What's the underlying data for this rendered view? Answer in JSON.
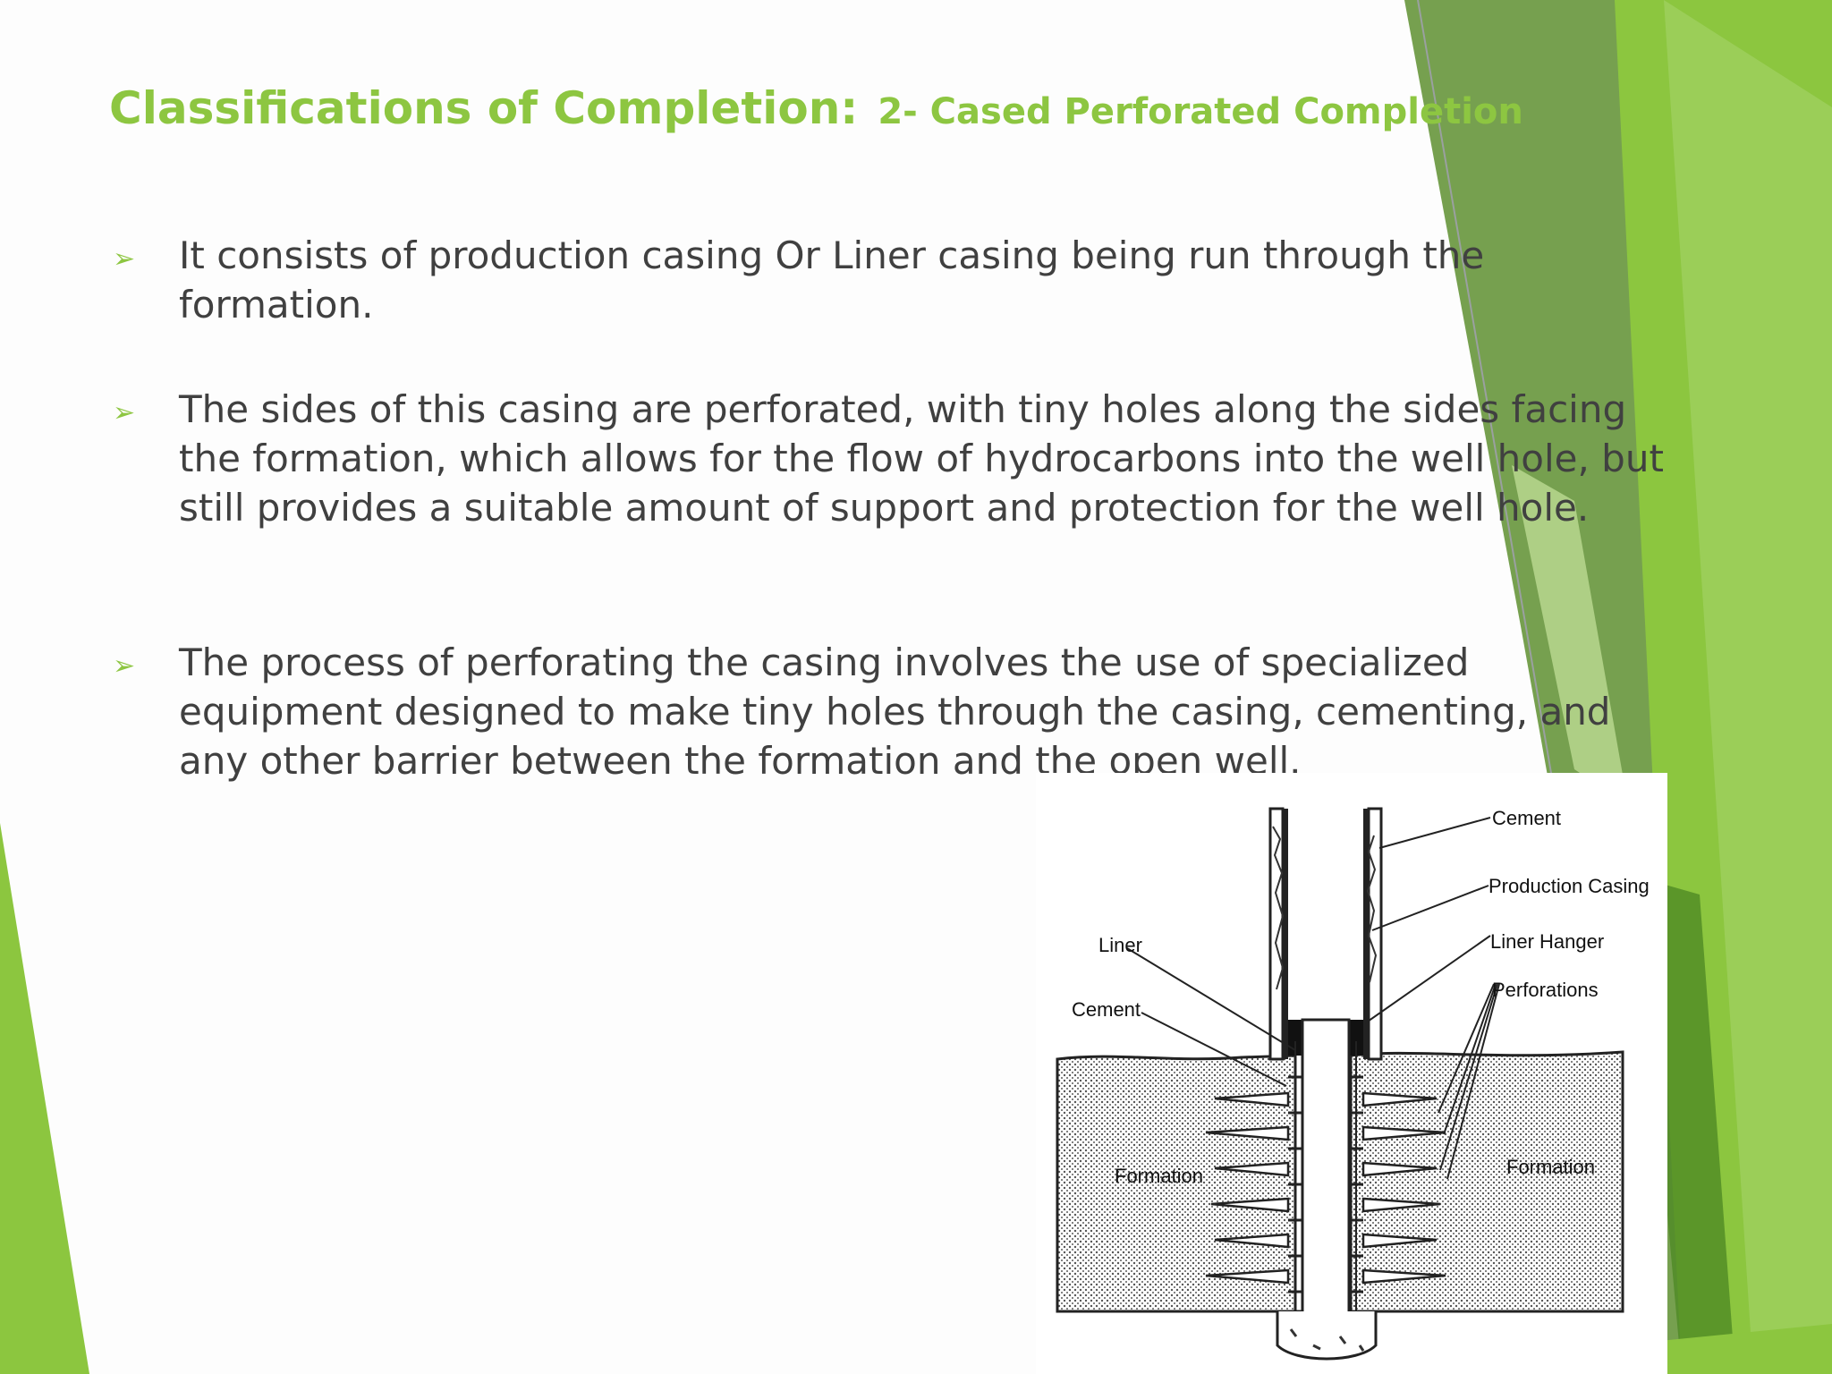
{
  "slide": {
    "title": "Classifications of Completion:",
    "subtitle": "2- Cased Perforated Completion",
    "bullet_marker": "➢",
    "bullets": [
      {
        "text": "It consists of production casing Or Liner casing being run through the formation."
      },
      {
        "text": "The sides of this casing are perforated, with tiny holes along the sides facing the formation, which allows for the flow of hydrocarbons into the well hole, but still provides a suitable amount of support and protection for the well hole."
      },
      {
        "text": "The process of perforating the casing involves the use of specialized equipment designed to make tiny holes through the casing, cementing, and any other barrier between the formation and the open well."
      }
    ]
  },
  "diagram": {
    "labels": {
      "cement_top": "Cement",
      "production_casing": "Production Casing",
      "liner_hanger": "Liner Hanger",
      "perforations": "Perforations",
      "liner": "Liner",
      "cement_left": "Cement",
      "formation_left": "Formation",
      "formation_right": "Formation"
    }
  },
  "colors": {
    "title_green": "#8dc641",
    "body_text": "#404040",
    "accent_dark_green": "#6d9a3e",
    "accent_bright_green": "#8cc63f"
  }
}
